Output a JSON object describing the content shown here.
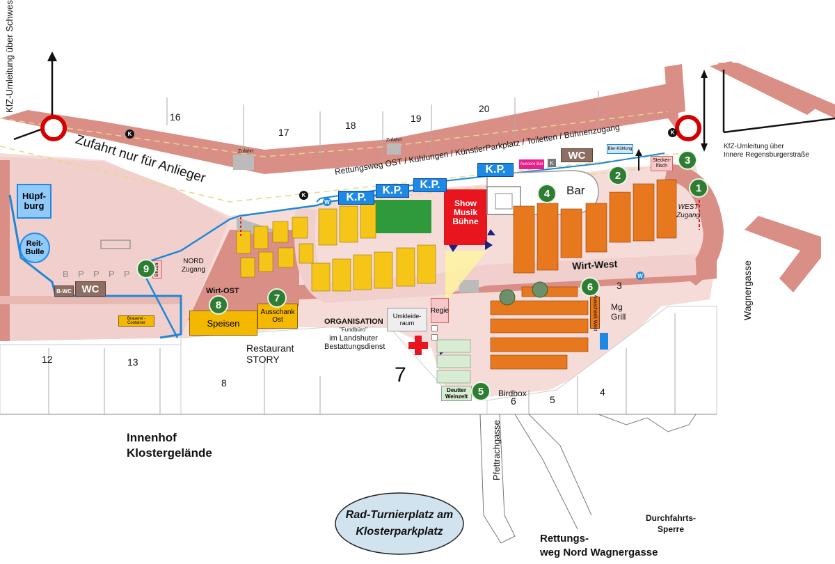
{
  "colors": {
    "street": "#d98f86",
    "plaza": "#f6dcd9",
    "beer_bench": "#f5c518",
    "beer_bench_orange": "#e8781e",
    "stage": "#e8141e",
    "kp_blue": "#1e88e5",
    "wc_brown": "#8d6e63",
    "marker_green": "#2e7d32",
    "food_yellow": "#f5b800",
    "boundary_blue": "#1e88d6"
  },
  "streets": {
    "zufahrt": "Zufahrt nur für Anlieger",
    "rettungsweg_ost": "Rettungsweg OST / Kühlungen / KünstlerParkplatz / Toiletten / Bühnenzugang",
    "wirt_west": "Wirt-West",
    "wagnergasse": "Wagnergasse",
    "pfettrachgasse": "Pfettrachgasse",
    "zufahrt_small_1": "Zufahrt",
    "zufahrt_small_2": "Zufahrt"
  },
  "detours": {
    "left": "KfZ-Umleitung über Schwesterngasse",
    "right_line1": "KfZ-Umleitung über",
    "right_line2": "Innere Regensburgerstraße"
  },
  "house_numbers": [
    "16",
    "17",
    "18",
    "19",
    "20",
    "12",
    "13",
    "8",
    "7",
    "6",
    "5",
    "4",
    "3"
  ],
  "areas": {
    "huepfburg": "Hüpf-burg",
    "reitbulle": "Reit-Bulle",
    "bwc": "B-WC",
    "wc_left": "WC",
    "wc_top": "WC",
    "parking_b": "B",
    "parking_p": "P",
    "brizza": "Brizza",
    "nord_zugang": "NORD Zugang",
    "wirt_ost": "Wirt-OST",
    "speisen": "Speisen",
    "ausschank_ost": "Ausschank Ost",
    "brauerei_container": "Brauerei - Container",
    "restaurant_story": "Restaurant STORY",
    "organisation": "ORGANISATION",
    "fundbuero": "\"Fundbüro\"",
    "landshuter": "im Landshuter",
    "bestattung": "Bestattungsdienst",
    "umkleideraum": "Umkleide-raum",
    "regie": "Regie",
    "deutter": "Deutter Weinzelt",
    "birdbox": "Birdbox",
    "mg_grill": "Mg Grill",
    "ausschank_west": "Ausschank West",
    "show_stage": "Show Musik Bühne",
    "bar": "Bar",
    "west_zugang": "WEST Zugang",
    "steckerlfisch": "Stecker-lfisch",
    "bier_kuehlung": "Bier-Kühlung",
    "aussenbar": "Aussere Bar",
    "kp": "K.P.",
    "k": "K",
    "w": "W",
    "innenhof": "Innenhof",
    "klostergelaende": "Klostergelände",
    "rad_turnier_line1": "Rad-Turnierplatz am",
    "rad_turnier_line2": "Klosterparkplatz",
    "durchfahrts_line1": "Durchfahrts-",
    "durchfahrts_line2": "Sperre",
    "rettungsweg_nord_line1": "Rettungs-",
    "rettungsweg_nord_line2": "weg Nord Wagnergasse"
  },
  "markers": [
    "1",
    "2",
    "3",
    "4",
    "5",
    "6",
    "7",
    "8",
    "9"
  ]
}
